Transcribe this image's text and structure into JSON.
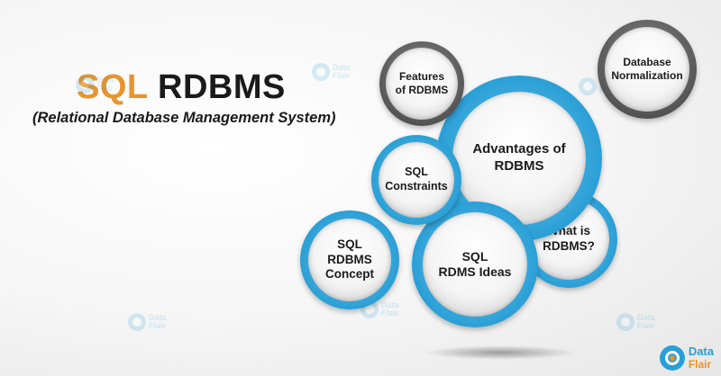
{
  "title": {
    "accent": "SQL",
    "main": "RDBMS"
  },
  "subtitle": "(Relational Database Management System)",
  "bubbles": {
    "features": "Features\nof RDBMS",
    "normalization": "Database\nNormalization",
    "advantages": "Advantages of\nRDBMS",
    "constraints": "SQL\nConstraints",
    "concept": "SQL\nRDBMS\nConcept",
    "ideas": "SQL\nRDMS Ideas",
    "what_is": "What is\nRDBMS?"
  },
  "watermark": {
    "line1": "Data",
    "line2": "Flair"
  },
  "logo": {
    "line1": "Data",
    "line2": "Flair"
  },
  "colors": {
    "accent_orange": "#e8942e",
    "ring_blue": "#2a9fd6",
    "ring_gray": "#4e4e4e"
  }
}
